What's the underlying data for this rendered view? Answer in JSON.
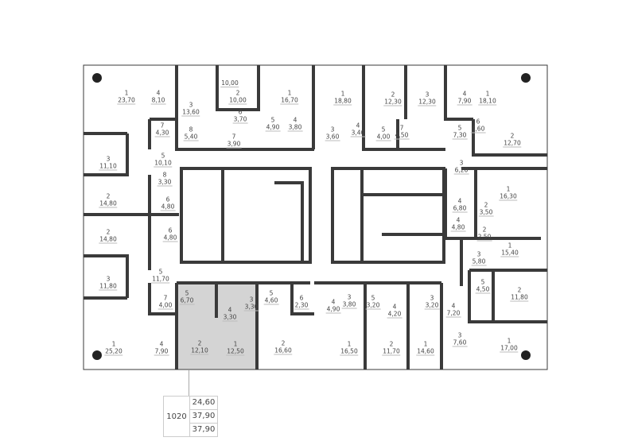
{
  "floor_plan": {
    "highlight_color": "#d4d4d4",
    "wall_color": "#3a3a3a",
    "rooms": [
      {
        "num": "1",
        "area": "23,70"
      },
      {
        "num": "4",
        "area": "8,10"
      },
      {
        "num": "3",
        "area": "13,60"
      },
      {
        "num": "",
        "area": "10,00"
      },
      {
        "num": "2",
        "area": "10,00"
      },
      {
        "num": "6",
        "area": "3,70"
      },
      {
        "num": "7",
        "area": "4,30"
      },
      {
        "num": "8",
        "area": "5,40"
      },
      {
        "num": "7",
        "area": "3,90"
      },
      {
        "num": "5",
        "area": "4,90"
      },
      {
        "num": "1",
        "area": "16,70"
      },
      {
        "num": "4",
        "area": "3,80"
      },
      {
        "num": "3",
        "area": "11,10"
      },
      {
        "num": "5",
        "area": "10,10"
      },
      {
        "num": "8",
        "area": "3,30"
      },
      {
        "num": "2",
        "area": "14,80"
      },
      {
        "num": "6",
        "area": "4,80"
      },
      {
        "num": "1",
        "area": "18,80"
      },
      {
        "num": "2",
        "area": "12,30"
      },
      {
        "num": "3",
        "area": "12,30"
      },
      {
        "num": "4",
        "area": "7,90"
      },
      {
        "num": "1",
        "area": "18,10"
      },
      {
        "num": "3",
        "area": "3,60"
      },
      {
        "num": "4",
        "area": "3,40"
      },
      {
        "num": "5",
        "area": "4,00"
      },
      {
        "num": "7",
        "area": "4,50"
      },
      {
        "num": "5",
        "area": "7,30"
      },
      {
        "num": "6",
        "area": "4,60"
      },
      {
        "num": "2",
        "area": "12,70"
      },
      {
        "num": "3",
        "area": "6,20"
      },
      {
        "num": "1",
        "area": "16,30"
      },
      {
        "num": "4",
        "area": "6,80"
      },
      {
        "num": "2",
        "area": "3,50"
      },
      {
        "num": "2",
        "area": "14,80"
      },
      {
        "num": "6",
        "area": "4,80"
      },
      {
        "num": "5",
        "area": "11,70"
      },
      {
        "num": "3",
        "area": "11,80"
      },
      {
        "num": "5",
        "area": "6,70"
      },
      {
        "num": "7",
        "area": "4,00"
      },
      {
        "num": "3",
        "area": "3,30"
      },
      {
        "num": "4",
        "area": "3,30"
      },
      {
        "num": "5",
        "area": "4,60"
      },
      {
        "num": "6",
        "area": "2,30"
      },
      {
        "num": "1",
        "area": "25,20"
      },
      {
        "num": "4",
        "area": "7,90"
      },
      {
        "num": "2",
        "area": "12,10"
      },
      {
        "num": "1",
        "area": "12,50"
      },
      {
        "num": "2",
        "area": "16,60"
      },
      {
        "num": "4",
        "area": "4,80"
      },
      {
        "num": "2",
        "area": "2,50"
      },
      {
        "num": "1",
        "area": "15,40"
      },
      {
        "num": "3",
        "area": "5,80"
      },
      {
        "num": "5",
        "area": "4,50"
      },
      {
        "num": "2",
        "area": "11,80"
      },
      {
        "num": "3",
        "area": "3,80"
      },
      {
        "num": "4",
        "area": "4,90"
      },
      {
        "num": "5",
        "area": "3,20"
      },
      {
        "num": "4",
        "area": "4,20"
      },
      {
        "num": "3",
        "area": "3,20"
      },
      {
        "num": "4",
        "area": "7,20"
      },
      {
        "num": "1",
        "area": "16,50"
      },
      {
        "num": "2",
        "area": "11,70"
      },
      {
        "num": "1",
        "area": "14,60"
      },
      {
        "num": "3",
        "area": "7,60"
      },
      {
        "num": "1",
        "area": "17,00"
      }
    ]
  },
  "legend": {
    "flat_number": "1020",
    "values": [
      "24,60",
      "37,90",
      "37,90"
    ]
  }
}
